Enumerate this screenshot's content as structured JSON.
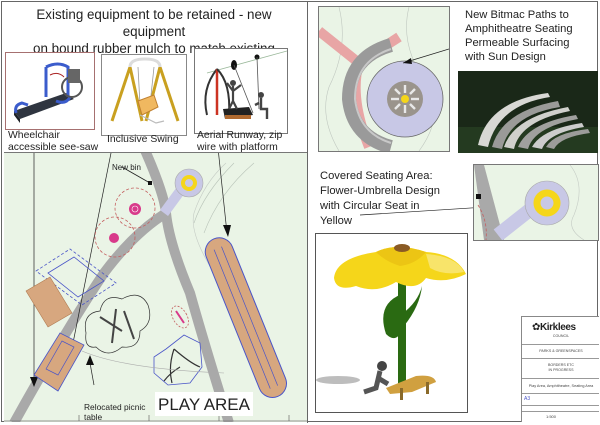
{
  "header": {
    "line1": "Existing equipment to be retained - new equipment",
    "line2": "on bound rubber mulch to match existing"
  },
  "equipment": [
    {
      "name": "Wheelchair accessible see-saw",
      "caption_line1": "Wheelchair",
      "caption_line2": "accessible see-saw"
    },
    {
      "name": "Inclusive Swing",
      "caption_line1": "Inclusive Swing",
      "caption_line2": ""
    },
    {
      "name": "Aerial Runway, zip wire with platform",
      "caption_line1": "Aerial Runway, zip",
      "caption_line2": "wire with platform"
    }
  ],
  "play_map": {
    "new_bin_label": "New bin",
    "picnic_label_line1": "Relocated picnic",
    "picnic_label_line2": "table",
    "area_title": "PLAY AREA"
  },
  "amphitheatre": {
    "line1": "New Bitmac Paths to",
    "line2": "Amphitheatre Seating",
    "line3": "Permeable Surfacing",
    "line4": "with Sun Design"
  },
  "covered_seating": {
    "line1": "Covered Seating Area:",
    "line2": "Flower-Umbrella Design",
    "line3": "with Circular Seat in",
    "line4": "Yellow"
  },
  "title_block": {
    "logo": "Kirklees",
    "logo_sub": "COUNCIL",
    "department": "PARKS & GREENSPACES",
    "project_line1": "BORDERS ETC",
    "project_line2": "IN PROGRESS",
    "drawing_title": "Play Area, Amphitheatre, Seating Area",
    "size": "A3",
    "scale": "1:500"
  },
  "colors": {
    "map_green": "#eaf4e6",
    "path_grey": "#a9a9a9",
    "surface_brown": "#d7a77f",
    "path_pink": "#e8a5a5",
    "seat_yellow": "#f5d61a",
    "permeable_lilac": "#c8c8e6",
    "outline_blue": "#4a55c8"
  }
}
